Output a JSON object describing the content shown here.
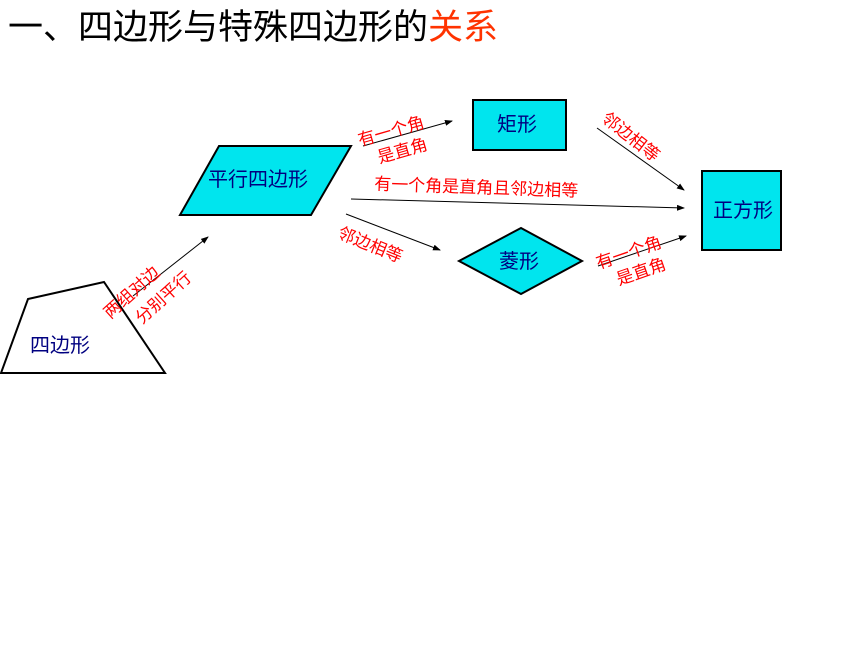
{
  "title": {
    "text_main": "一、四边形与特殊四边形的",
    "text_highlight": "关系"
  },
  "colors": {
    "title": "#000000",
    "title_highlight": "#ff3300",
    "shape_fill": "#00e5ee",
    "shape_label": "#000080",
    "condition_text": "#ff0000",
    "arrow": "#000000"
  },
  "shapes": {
    "quadrilateral": "四边形",
    "parallelogram": "平行四边形",
    "rectangle": "矩形",
    "rhombus": "菱形",
    "square": "正方形"
  },
  "conditions": {
    "quad_to_parallelogram_1": "两组对边",
    "quad_to_parallelogram_2": "分别平行",
    "para_to_rect_1": "有一个角",
    "para_to_rect_2": "是直角",
    "para_to_square": "有一个角是直角且邻边相等",
    "para_to_rhombus": "邻边相等",
    "rect_to_square": "邻边相等",
    "rhombus_to_square_1": "有一个角",
    "rhombus_to_square_2": "是直角"
  }
}
